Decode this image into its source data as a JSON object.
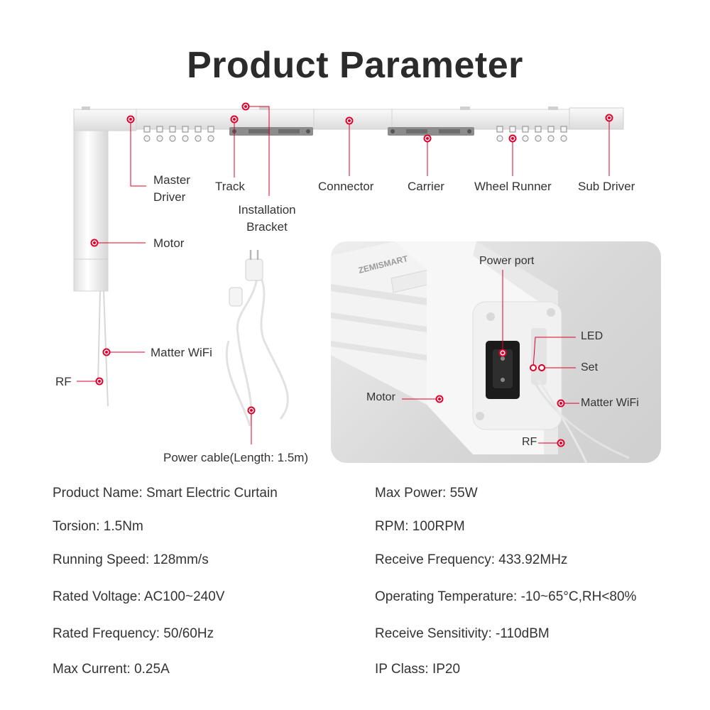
{
  "page": {
    "title": "Product Parameter"
  },
  "diagram": {
    "labels": {
      "master_driver": "Master\nDriver",
      "track": "Track",
      "installation_bracket": "Installation\nBracket",
      "connector": "Connector",
      "carrier": "Carrier",
      "wheel_runner": "Wheel Runner",
      "sub_driver": "Sub Driver",
      "motor": "Motor",
      "matter_wifi": "Matter WiFi",
      "rf": "RF",
      "power_cable": "Power cable(Length: 1.5m)"
    },
    "accent_color": "#e0002a"
  },
  "photo": {
    "brand_text": "ZEMISMART",
    "labels": {
      "power_port": "Power port",
      "led": "LED",
      "set": "Set",
      "motor": "Motor",
      "matter_wifi": "Matter WiFi",
      "rf": "RF"
    }
  },
  "specs": {
    "left": [
      "Product Name: Smart Electric Curtain",
      "Torsion: 1.5Nm",
      "Running Speed: 128mm/s",
      "Rated Voltage: AC100~240V",
      "Rated Frequency: 50/60Hz",
      "Max Current: 0.25A"
    ],
    "right": [
      "Max Power: 55W",
      "RPM: 100RPM",
      "Receive Frequency: 433.92MHz",
      "Operating Temperature: -10~65°C,RH<80%",
      "Receive Sensitivity: -110dBM",
      "IP Class: IP20"
    ]
  }
}
